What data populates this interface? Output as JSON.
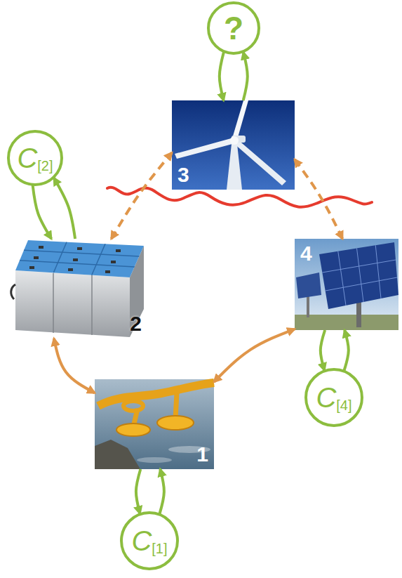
{
  "diagram": {
    "nodes": [
      {
        "text": [
          "?"
        ]
      },
      {
        "text": [
          "3"
        ]
      },
      {
        "text": [
          "C",
          "[2]"
        ]
      },
      {
        "text": [
          "2"
        ]
      },
      {
        "text": [
          "4"
        ]
      },
      {
        "text": [
          "C",
          "[4]"
        ]
      },
      {
        "text": [
          "1"
        ]
      },
      {
        "text": [
          "C",
          "[1]"
        ]
      }
    ],
    "edges": [
      {
        "from": 0,
        "to": 1,
        "arrow": "to"
      },
      {
        "from": 1,
        "to": 0,
        "arrow": "to"
      },
      {
        "from": 2,
        "to": 3,
        "arrow": "to"
      },
      {
        "from": 3,
        "to": 2,
        "arrow": "to"
      },
      {
        "from": 3,
        "to": 1,
        "arrow": "both"
      },
      {
        "from": 1,
        "to": 4,
        "arrow": "both"
      },
      {
        "from": 5,
        "to": 4,
        "arrow": "to"
      },
      {
        "from": 4,
        "to": 5,
        "arrow": "to"
      },
      {
        "from": 3,
        "to": 6,
        "arrow": "both"
      },
      {
        "from": 6,
        "to": 4,
        "arrow": "both"
      },
      {
        "from": 7,
        "to": 6,
        "arrow": "to"
      },
      {
        "from": 6,
        "to": 7,
        "arrow": "to"
      }
    ]
  }
}
